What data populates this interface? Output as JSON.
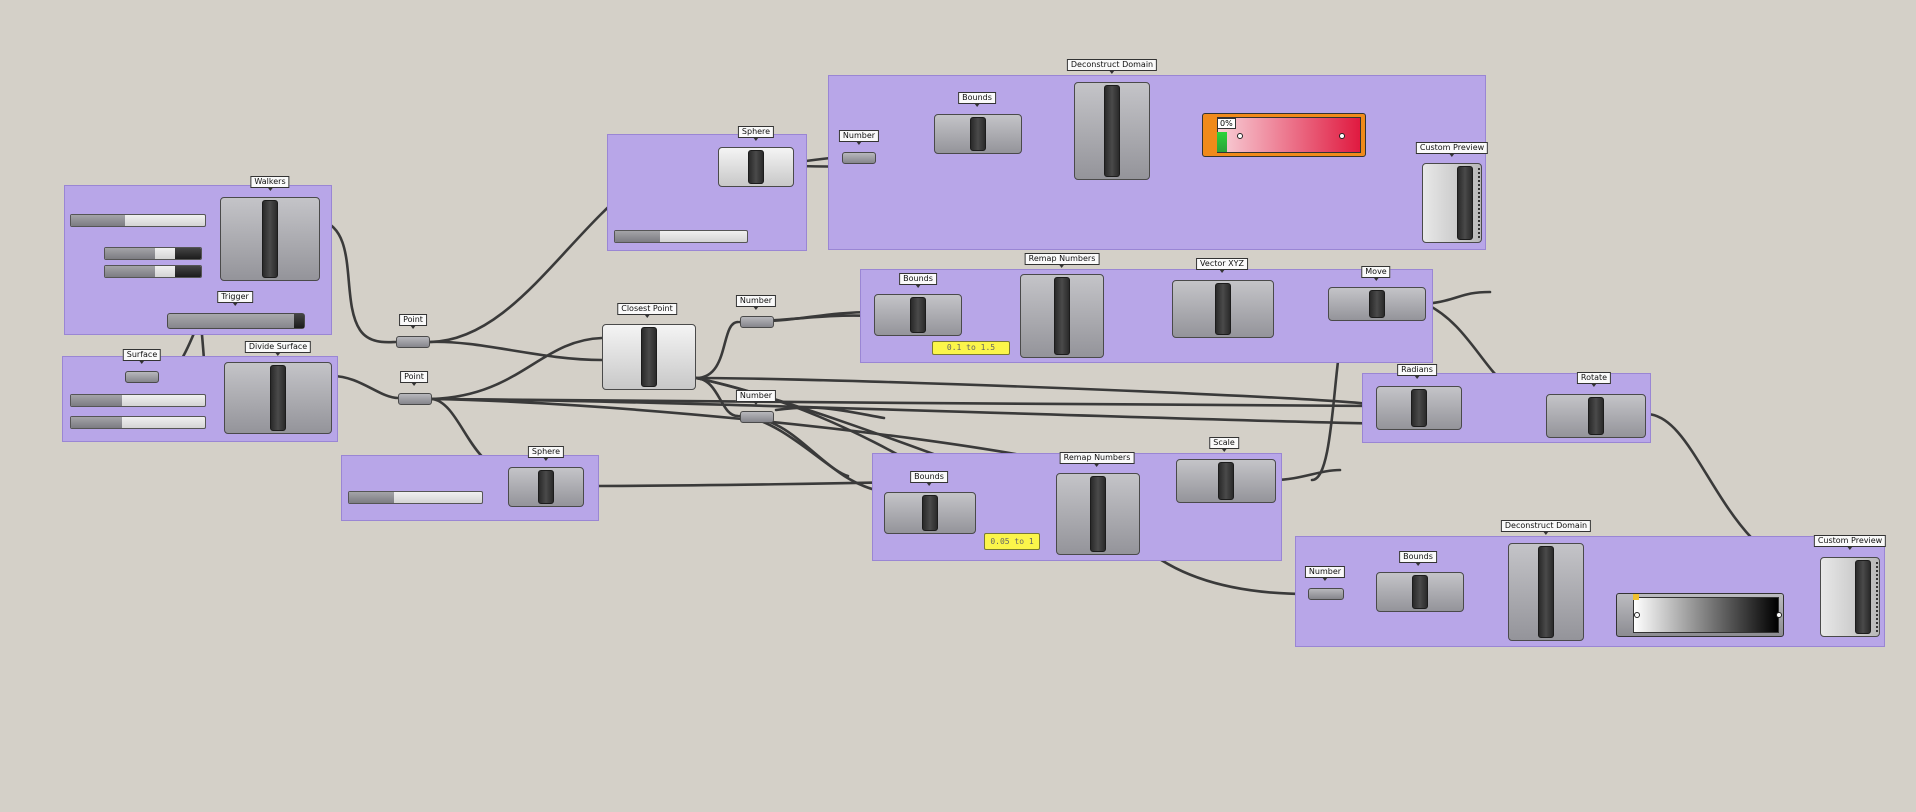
{
  "canvas": {
    "background": "#d4d0c8",
    "group_color": "#b8a6e8"
  },
  "labels": {
    "walkers": "Walkers",
    "trigger": "Trigger",
    "surface": "Surface",
    "divide_surface": "Divide Surface",
    "point_1": "Point",
    "point_2": "Point",
    "sphere_top": "Sphere",
    "sphere_bottom": "Sphere",
    "closest_point": "Closest Point",
    "number_top": "Number",
    "number_mid": "Number",
    "number_lower": "Number",
    "number_right": "Number",
    "bounds_top": "Bounds",
    "bounds_mid": "Bounds",
    "bounds_lower": "Bounds",
    "bounds_right": "Bounds",
    "deconstruct_top": "Deconstruct Domain",
    "deconstruct_bottom": "Deconstruct Domain",
    "remap_top": "Remap Numbers",
    "remap_bottom": "Remap Numbers",
    "vector_xyz": "Vector XYZ",
    "move": "Move",
    "radians": "Radians",
    "rotate": "Rotate",
    "scale": "Scale",
    "custom_preview_top": "Custom Preview",
    "custom_preview_bottom": "Custom Preview",
    "gradient_percent": "0%"
  },
  "panels": {
    "range_top": "0.1 to 1.5",
    "range_bottom": "0.05 to 1"
  },
  "colors": {
    "gradient_top": [
      "#f8d0d8",
      "#e01a40"
    ],
    "gradient_bottom": [
      "#ffffff",
      "#000000"
    ],
    "gradient_frame": "#f08a1a",
    "panel_yellow": "#fbf54a"
  }
}
